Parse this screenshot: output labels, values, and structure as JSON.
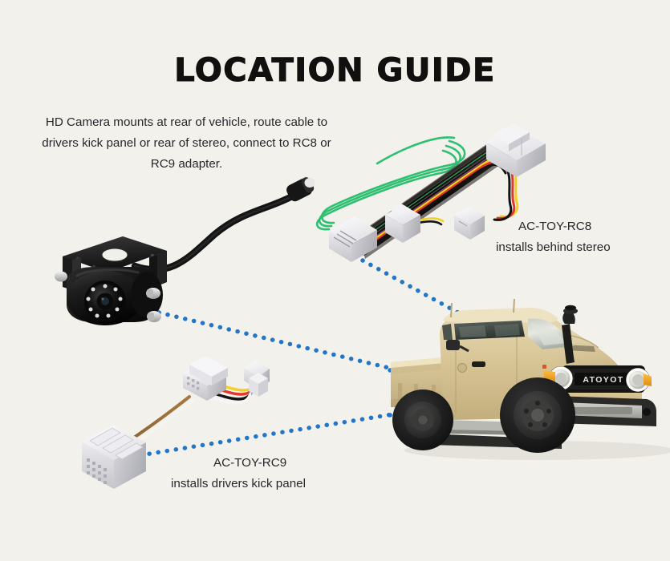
{
  "page": {
    "background_color": "#F2F1EC",
    "title": "LOCATION GUIDE",
    "intro": "HD Camera mounts at rear of vehicle, route cable to drivers kick panel or rear of stereo, connect to RC8 or RC9 adapter."
  },
  "accent": {
    "dotted_line_color": "#2176C7",
    "text_color": "#28262A",
    "title_color": "#12100E"
  },
  "callouts": {
    "rc8": {
      "part_number": "AC-TOY-RC8",
      "description": "installs behind stereo"
    },
    "rc9": {
      "part_number": "AC-TOY-RC9",
      "description": "installs drivers kick panel"
    }
  },
  "parts": {
    "camera": {
      "name": "HD reversing camera with mounting bracket",
      "body_color": "#1A1A1A",
      "bracket_color": "#101010",
      "cable_color": "#141414"
    },
    "harness_rc8": {
      "name": "AC-TOY-RC8 flat ribbon stereo harness",
      "ribbon_color": "#15120F",
      "connector_color": "#E4E4E6",
      "wire_colors": [
        "#2FBF71",
        "#F2D024",
        "#E03A2F",
        "#141414"
      ]
    },
    "adapter_rc9": {
      "name": "AC-TOY-RC9 kick panel adapter",
      "connector_color": "#D9D9DC",
      "wire_colors": [
        "#E03A2F",
        "#F2D024",
        "#141414",
        "#FFFFFF",
        "#8A6333"
      ]
    }
  },
  "vehicle": {
    "name": "Single cab utility pickup truck",
    "body_color": "#D9C79A",
    "grille_badge": "ATOYOT",
    "grille_color": "#141414",
    "tire_color": "#1C1C1C",
    "wheel_color": "#2B2B2B"
  },
  "connectors": [
    {
      "name": "camera-to-truck-bed",
      "from": "camera",
      "to": "vehicle-bed"
    },
    {
      "name": "rc8-to-truck-cab",
      "from": "harness_rc8",
      "to": "vehicle-cab"
    },
    {
      "name": "rc9-to-truck-sill",
      "from": "adapter_rc9",
      "to": "vehicle-sill"
    }
  ]
}
